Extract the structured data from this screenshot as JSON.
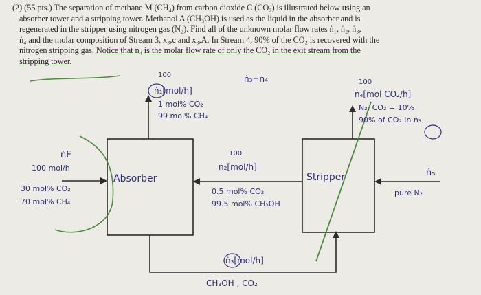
{
  "problem": {
    "line1": "(2) (55 pts.) The separation of methane M (CH₄) from carbon dioxide C (CO₂) is illustrated below using an",
    "line2": "absorber tower and a stripping tower. Methanol A (CH₃OH) is used as the liquid in the absorber and is",
    "line3": "regenerated in the stripper using nitrogen gas (N₂). Find all of the unknown molar flow rates ṅ₁, ṅ₂, ṅ₃,",
    "line4": "ṅ₄ and the molar composition of Stream 3, x₃,c and x₃,A. In Stream 4, 90% of the CO₂ is recovered with the",
    "line5a": "nitrogen stripping gas. ",
    "line5b": "Notice that ṅ₄ is the molar flow rate of only the CO₂ in the exit stream from the",
    "line6": "stripping tower."
  },
  "diagram": {
    "absorber_label": "Absorber",
    "stripper_label": "Stripper",
    "n3_eq_n4": "ṅ₃=ṅ₄",
    "stream1": {
      "value": "100",
      "rate": "ṅ₁[mol/h]",
      "comp1": "1 mol% CO₂",
      "comp2": "99 mol% CH₄"
    },
    "stream4": {
      "value": "100",
      "rate": "ṅ₄[mol CO₂/h]",
      "comp1": "N₂, CO₂ = 10%",
      "comp2": "90% of CO₂ in ṅ₃"
    },
    "feed": {
      "name": "ṅF",
      "rate": "100 mol/h",
      "comp1": "30 mol% CO₂",
      "comp2": "70 mol% CH₄"
    },
    "stream2": {
      "value": "100",
      "rate": "ṅ₂[mol/h]",
      "comp1": "0.5 mol% CO₂",
      "comp2": "99.5 mol% CH₃OH"
    },
    "stream5": {
      "name": "ṅ₅",
      "comp": "pure N₂"
    },
    "stream3": {
      "rate": "ṅ₃[mol/h]",
      "comp": "CH₃OH , CO₂"
    }
  }
}
